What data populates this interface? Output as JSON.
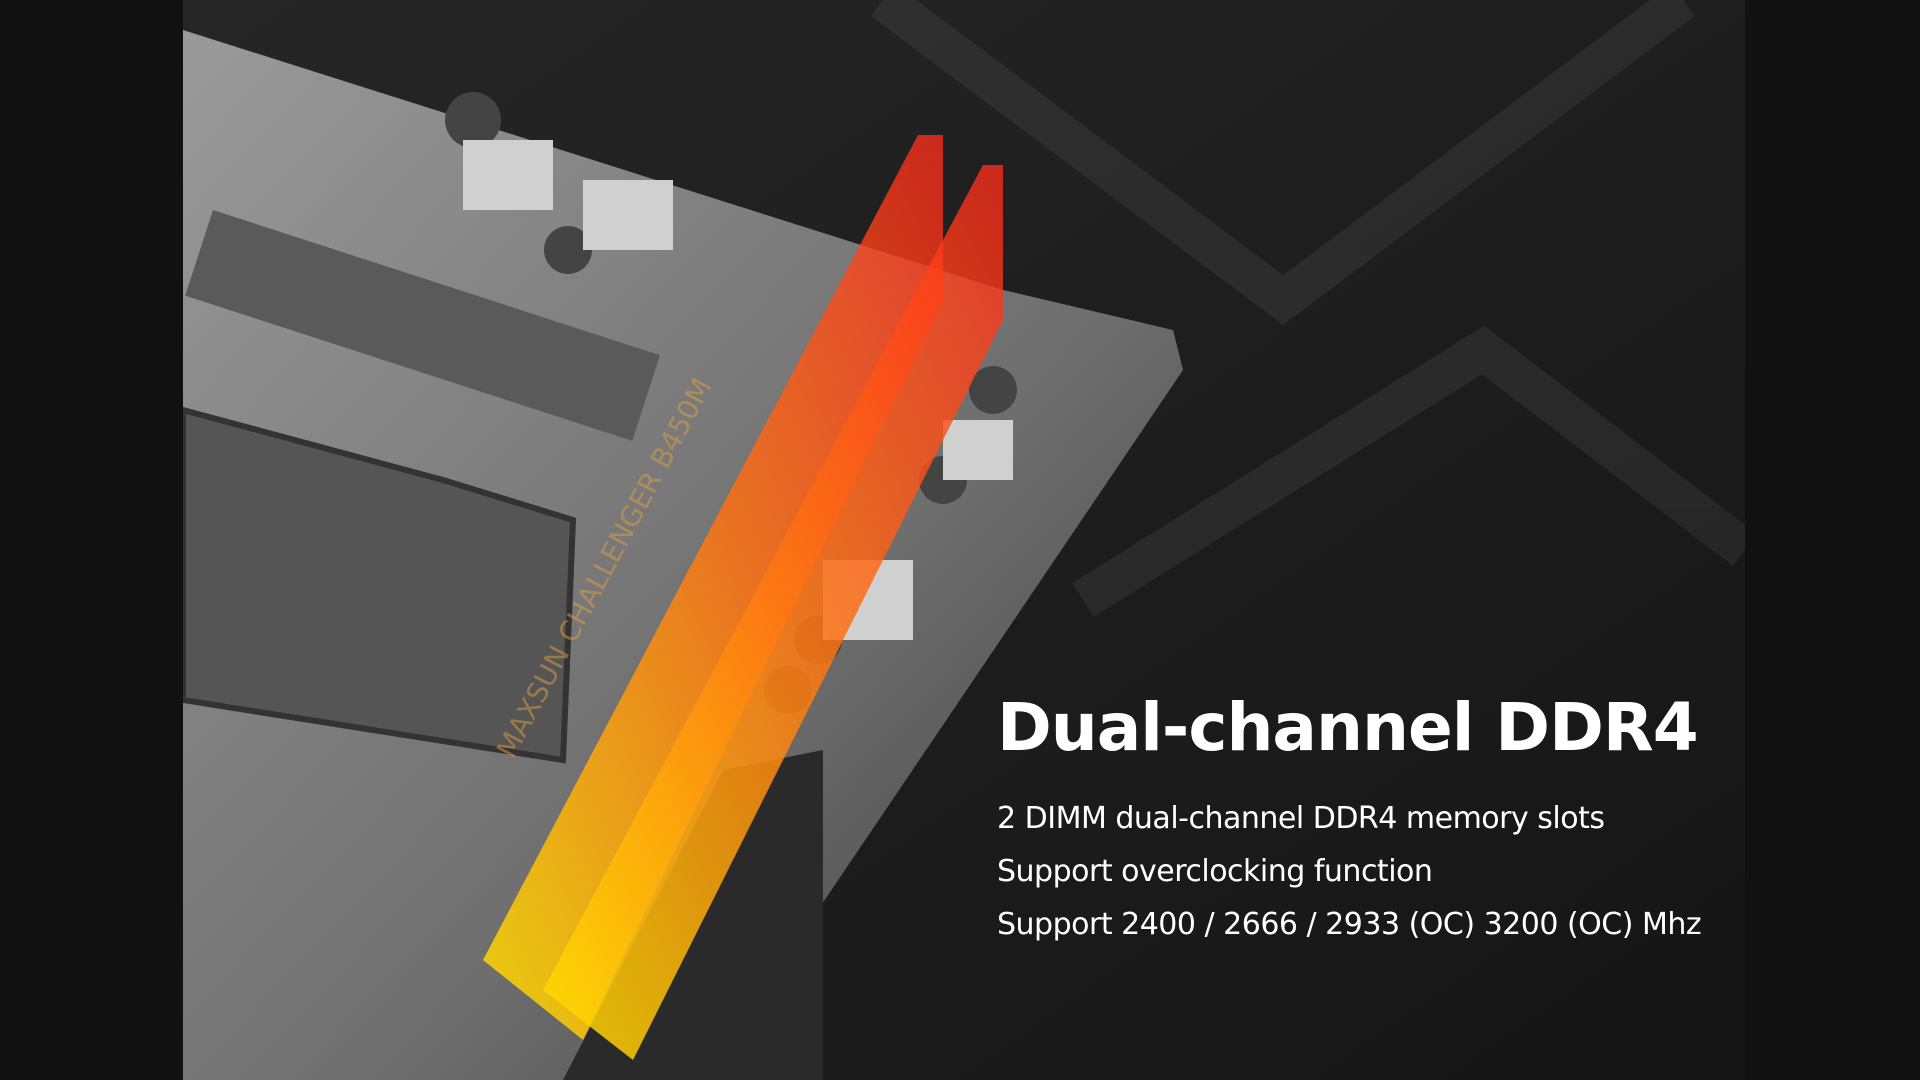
{
  "feature": {
    "title": "Dual-channel DDR4",
    "bullets": [
      "2 DIMM dual-channel DDR4 memory slots",
      "Support overclocking function",
      "Support 2400 / 2666 / 2933 (OC) 3200 (OC) Mhz"
    ]
  },
  "board_logo": "MAXSUN CHALLENGER B450M",
  "colors": {
    "background": "#1c1c1c",
    "board": "#8a8a8a",
    "ram_hot": "#ff3020",
    "ram_warm": "#ffcc00"
  }
}
